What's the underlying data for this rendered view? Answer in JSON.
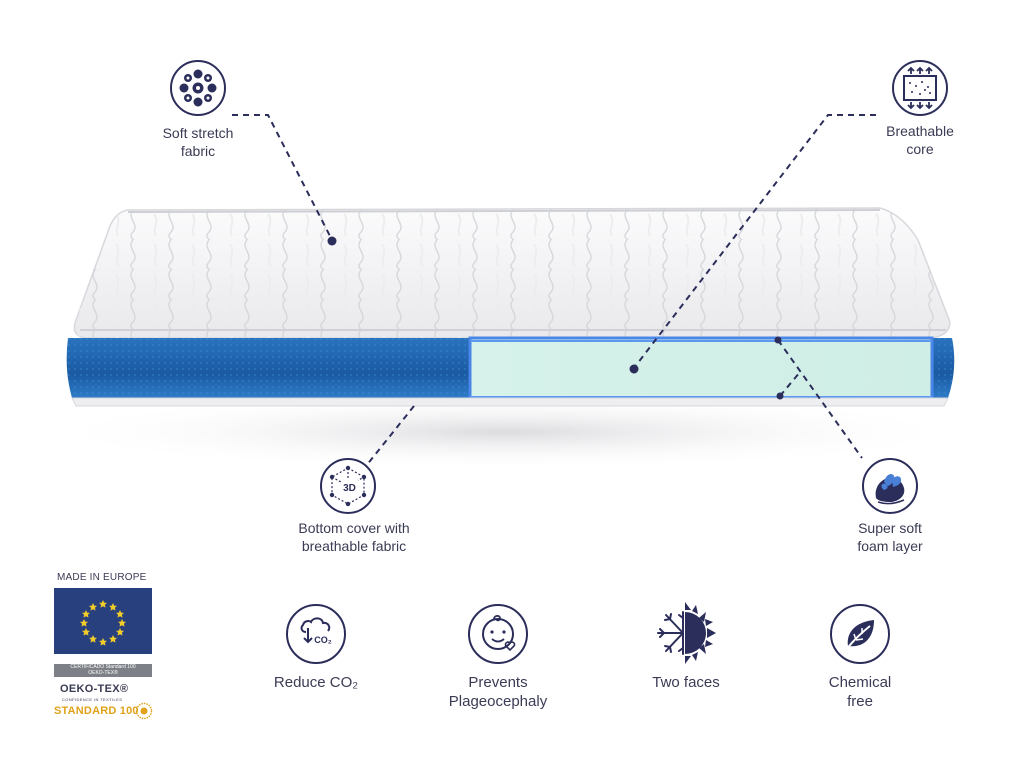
{
  "callouts": {
    "soft_stretch": [
      "Soft stretch",
      "fabric"
    ],
    "breathable_core": [
      "Breathable",
      "core"
    ],
    "bottom_cover": [
      "Bottom cover with",
      "breathable fabric"
    ],
    "super_soft": [
      "Super soft",
      "foam layer"
    ]
  },
  "icon_text_3d": "3D",
  "features": {
    "reduce_co2": "Reduce CO₂",
    "co2_icon_text": "CO₂",
    "plageocephaly": [
      "Prevents",
      "Plageocephaly"
    ],
    "two_faces": "Two faces",
    "chemical_free": [
      "Chemical",
      "free"
    ]
  },
  "badges": {
    "made_in": "MADE IN EUROPE",
    "cert_lines": [
      "CERTIFICADO Standard 100",
      "OEKO-TEX®"
    ],
    "oeko_name": "OEKO-TEX®",
    "oeko_sub": "CONFIDENCE IN TEXTILES",
    "oeko_std": "STANDARD 100"
  },
  "colors": {
    "navy": "#2b2d5a",
    "mesh_blue": "#1e5fa8",
    "core_mint": "#cdeee4",
    "eu_blue": "#29407e",
    "eu_star": "#f2cc2a",
    "oeko_gold": "#e0a21a"
  }
}
